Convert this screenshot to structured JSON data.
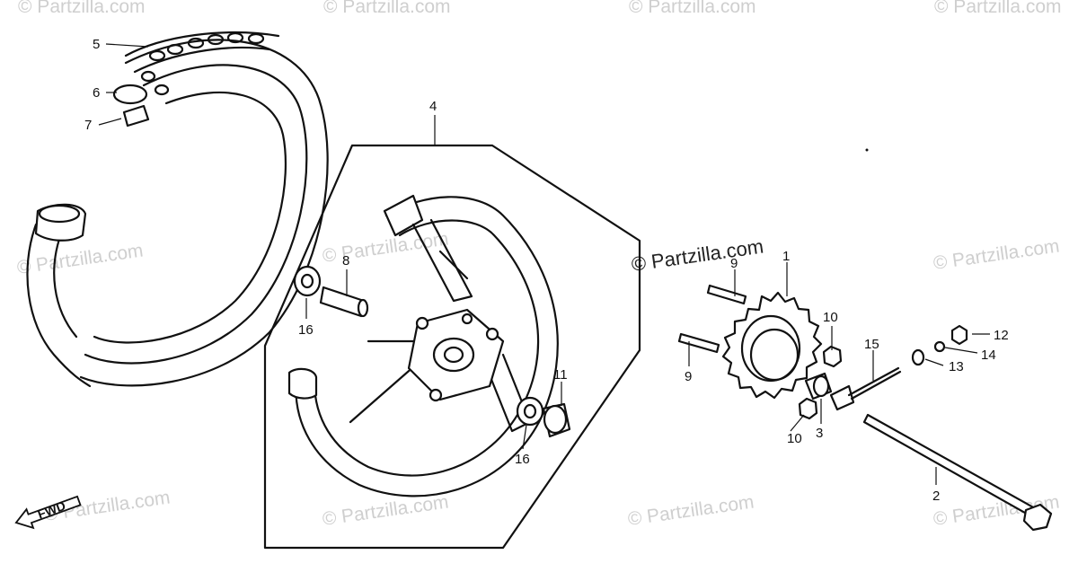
{
  "watermark": {
    "text": "© Partzilla.com",
    "main_text": "© Partzilla.com"
  },
  "direction_label": "FWD",
  "callouts": {
    "c1": "1",
    "c2": "2",
    "c3": "3",
    "c4": "4",
    "c5": "5",
    "c6": "6",
    "c7": "7",
    "c8": "8",
    "c9a": "9",
    "c9b": "9",
    "c10a": "10",
    "c10b": "10",
    "c11": "11",
    "c12": "12",
    "c13": "13",
    "c14": "14",
    "c15": "15",
    "c16a": "16",
    "c16b": "16"
  },
  "icons": [
    "fwd-arrow-icon"
  ]
}
